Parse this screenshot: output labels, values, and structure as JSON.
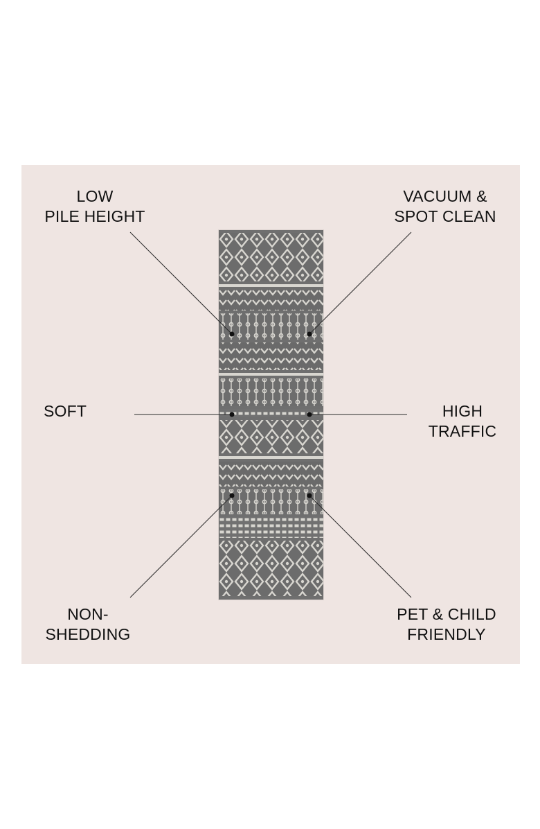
{
  "features": {
    "low_pile": {
      "line1": "LOW",
      "line2": "PILE HEIGHT"
    },
    "vacuum": {
      "line1": "VACUUM &",
      "line2": "SPOT CLEAN"
    },
    "soft": {
      "line1": "SOFT"
    },
    "high_traffic": {
      "line1": "HIGH",
      "line2": "TRAFFIC"
    },
    "non_shedding": {
      "line1": "NON-",
      "line2": "SHEDDING"
    },
    "pet_child": {
      "line1": "PET & CHILD",
      "line2": "FRIENDLY"
    }
  },
  "colors": {
    "panel": "#efe5e2",
    "rug_base": "#6f6f6f",
    "rug_pattern": "#d8d6d0",
    "line": "#2a2a2a"
  }
}
